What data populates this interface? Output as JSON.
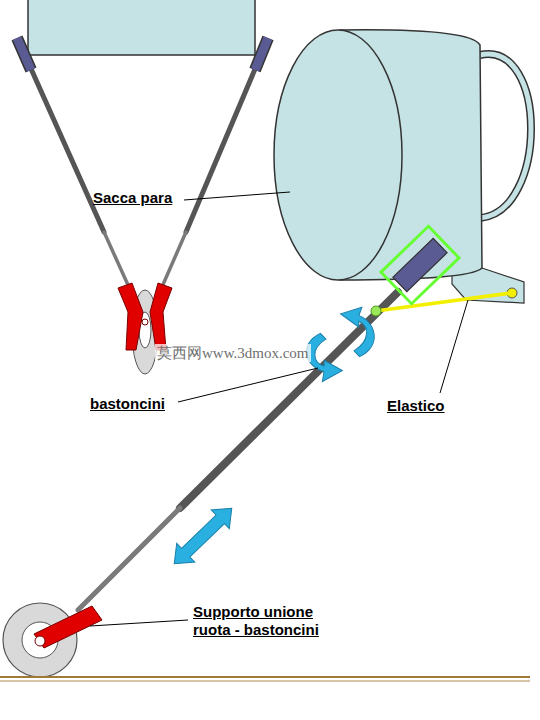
{
  "diagram": {
    "labels": [
      "Sacca para",
      "bastoncini",
      "Elastico",
      "Supporto unione ruota - bastoncini",
      "莫西网www.3dmox.com"
    ]
  }
}
